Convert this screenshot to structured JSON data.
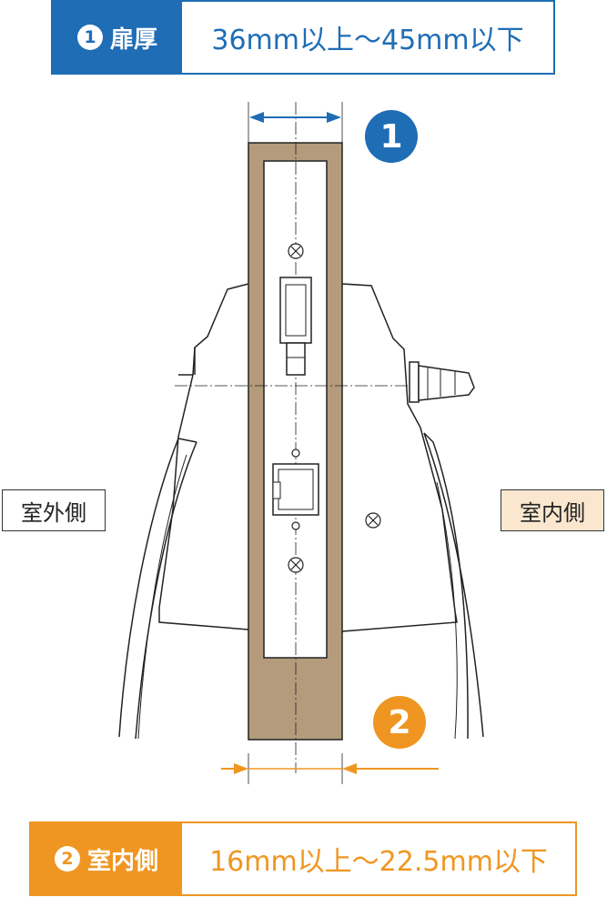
{
  "top_spec": {
    "badge": "1",
    "label": "扉厚",
    "value": "36mm以上〜45mm以下"
  },
  "bottom_spec": {
    "badge": "2",
    "label": "室内側",
    "value": "16mm以上〜22.5mm以下"
  },
  "side_labels": {
    "outdoor": "室外側",
    "indoor": "室内側"
  },
  "markers": {
    "door_thickness": "1",
    "indoor_depth": "2"
  },
  "colors": {
    "blue": "#1f6db5",
    "orange": "#ef9622",
    "door": "#b39b7c",
    "indoor_label_bg": "#fbe7cf"
  }
}
